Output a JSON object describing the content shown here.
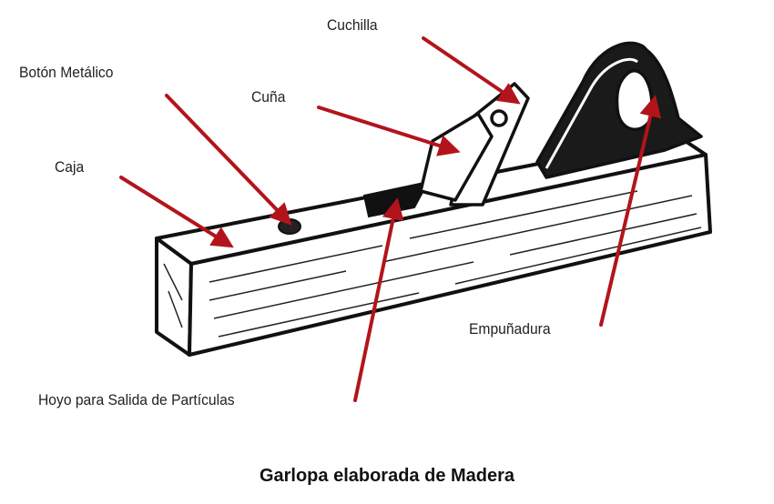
{
  "title": "Garlopa elaborada de Madera",
  "labels": {
    "cuchilla": "Cuchilla",
    "boton": "Botón Metálico",
    "cuna": "Cuña",
    "caja": "Caja",
    "empunadura": "Empuñadura",
    "hoyo": "Hoyo para  Salida de Partículas"
  },
  "colors": {
    "arrow": "#b3141c",
    "ink": "#111111",
    "background": "#ffffff"
  }
}
